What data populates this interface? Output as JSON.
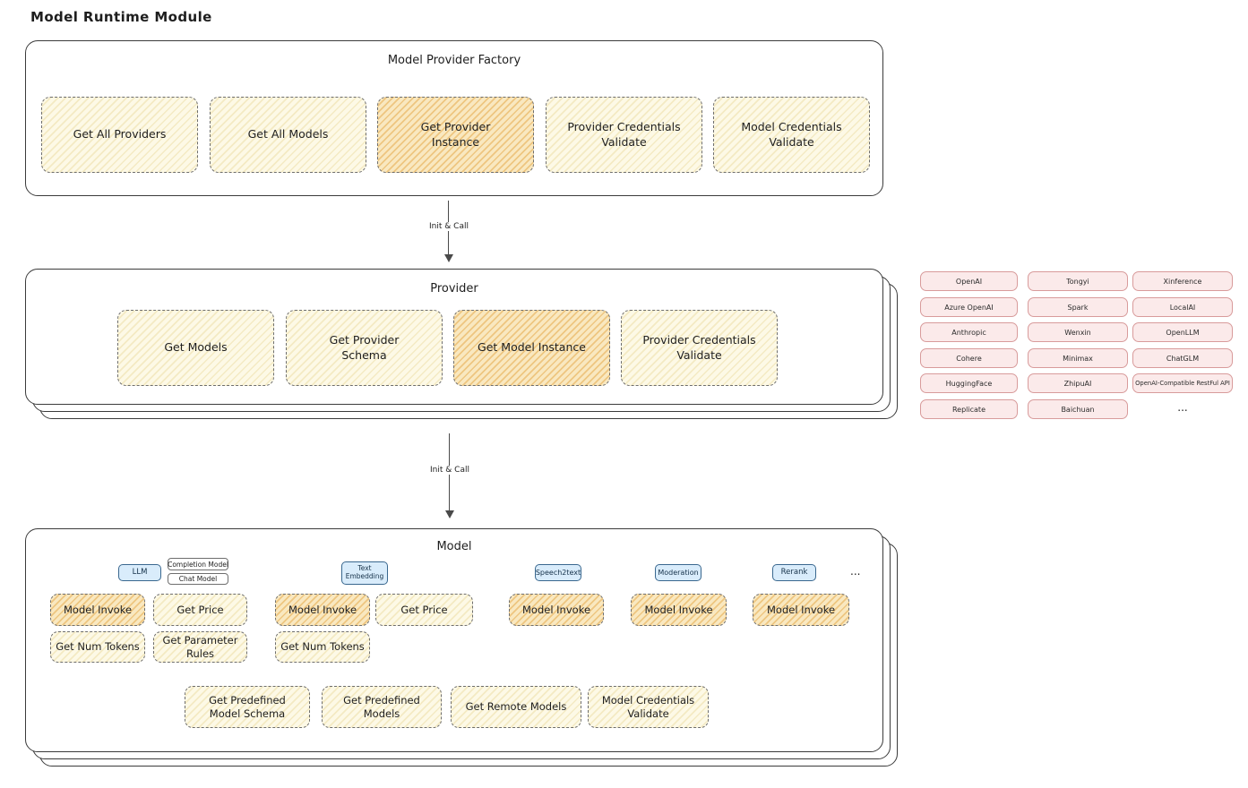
{
  "page": {
    "title": "Model Runtime Module"
  },
  "factory": {
    "title": "Model Provider Factory",
    "methods": [
      "Get All Providers",
      "Get All Models",
      "Get Provider Instance",
      "Provider Credentials Validate",
      "Model Credentials Validate"
    ]
  },
  "arrows": {
    "factory_to_provider": "Init & Call",
    "provider_to_model": "Init & Call"
  },
  "provider": {
    "title": "Provider",
    "methods": [
      "Get Models",
      "Get Provider Schema",
      "Get Model Instance",
      "Provider Credentials Validate"
    ]
  },
  "providers": {
    "col1": [
      "OpenAI",
      "Azure OpenAI",
      "Anthropic",
      "Cohere",
      "HuggingFace",
      "Replicate"
    ],
    "col2": [
      "Tongyi",
      "Spark",
      "Wenxin",
      "Minimax",
      "ZhipuAI",
      "Baichuan"
    ],
    "col3": [
      "Xinference",
      "LocalAI",
      "OpenLLM",
      "ChatGLM",
      "OpenAI-Compatible RestFul API"
    ],
    "more": "..."
  },
  "model": {
    "title": "Model",
    "llm": {
      "tag": "LLM",
      "subtags": [
        "Completion Model",
        "Chat Model"
      ],
      "methods": [
        "Model Invoke",
        "Get Price",
        "Get Num Tokens",
        "Get Parameter Rules"
      ]
    },
    "text_embedding": {
      "tag": "Text Embedding",
      "methods": [
        "Model Invoke",
        "Get Price",
        "Get Num Tokens"
      ]
    },
    "speech2text": {
      "tag": "Speech2text",
      "methods": [
        "Model Invoke"
      ]
    },
    "moderation": {
      "tag": "Moderation",
      "methods": [
        "Model Invoke"
      ]
    },
    "rerank": {
      "tag": "Rerank",
      "methods": [
        "Model Invoke"
      ]
    },
    "more_types": "...",
    "common_methods": [
      "Get Predefined Model Schema",
      "Get Predefined Models",
      "Get Remote Models",
      "Model Credentials Validate"
    ]
  },
  "colors": {
    "outline": "#3b3b3b",
    "light_fill": "#fdf9e6",
    "highlight_fill": "#f9e8c0",
    "highlight_hatch": "#e4a340",
    "blue_tag_fill": "#d9ecfb",
    "blue_tag_border": "#3a688f",
    "pink_pill_fill": "#fbeaea",
    "pink_pill_border": "#d89b9b"
  }
}
